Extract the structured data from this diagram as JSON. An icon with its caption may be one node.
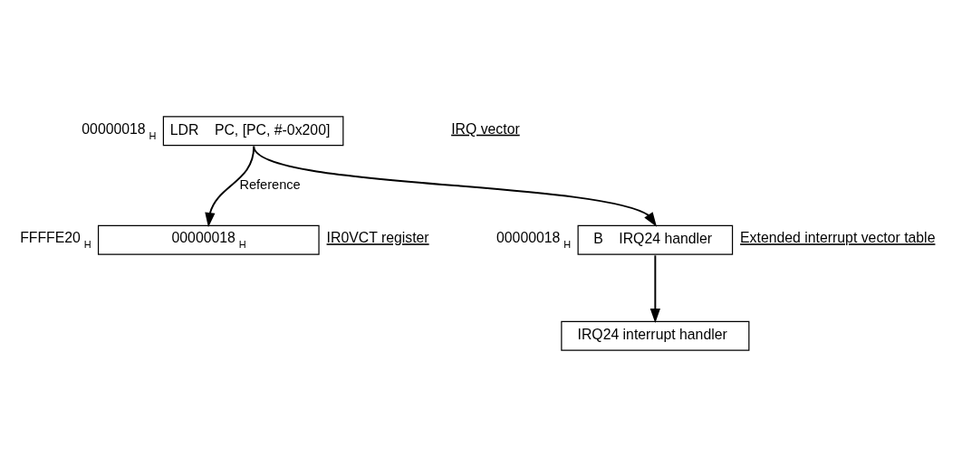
{
  "diagram": {
    "nodes": [
      {
        "text": [
          "LDR    PC, [PC, #-0x200]"
        ],
        "beside": [
          "00000018$_{H}$"
        ]
      },
      {
        "text": [
          "00000018$_{H}$"
        ],
        "beside": [
          "FFFFE20$_{H}$",
          "IR0VCT register"
        ]
      },
      {
        "text": [
          "B    IRQ24 handler"
        ],
        "beside": [
          "00000018$_{H}$",
          "Extended interrupt vector table"
        ]
      },
      {
        "text": [
          "IRQ24 interrupt handler"
        ]
      }
    ],
    "edges": [
      {
        "from": 0,
        "to": 1,
        "arrow": "to",
        "label": "Reference"
      },
      {
        "from": 0,
        "to": 2,
        "arrow": "to"
      },
      {
        "from": 2,
        "to": 3,
        "arrow": "to"
      }
    ],
    "labels": [
      "IRQ vector"
    ]
  }
}
